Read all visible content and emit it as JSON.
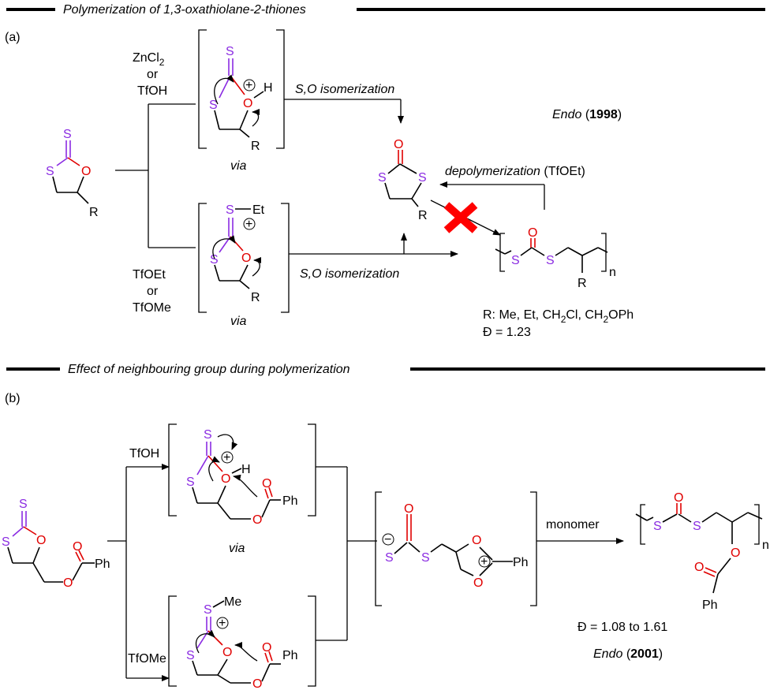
{
  "header_a": "Polymerization of 1,3-oxathiolane-2-thiones",
  "header_b": "Effect of neighbouring group during polymerization",
  "panel_a": "(a)",
  "panel_b": "(b)",
  "zncl2": "ZnCl",
  "zncl2_sub": "2",
  "or": "or",
  "tfoh": "TfOH",
  "tfoet": "TfOEt",
  "tfome": "TfOMe",
  "via": "via",
  "so_isomerization": "S,O isomerization",
  "depolymerization": "depolymerization",
  "depoly_reagent": "(TfOEt)",
  "endo_1998_name": "Endo",
  "endo_1998_year": "1998",
  "endo_2001_name": "Endo",
  "endo_2001_year": "2001",
  "monomer": "monomer",
  "r_list_prefix": "R: Me, Et, CH",
  "r_list_ch2": "2",
  "r_list_cl": "Cl, CH",
  "r_list_oph": "OPh",
  "dispersity_a": "Đ = 1.23",
  "dispersity_b": "Đ = 1.08 to 1.61",
  "atoms": {
    "S": "S",
    "O": "O",
    "H": "H",
    "R": "R",
    "Et": "Et",
    "Me": "Me",
    "Ph": "Ph",
    "n": "n",
    "plus": "+",
    "minus": "−"
  },
  "colors": {
    "sulfur": "#8a2be2",
    "oxygen": "#e00000",
    "forbidden": "#ff0000"
  }
}
